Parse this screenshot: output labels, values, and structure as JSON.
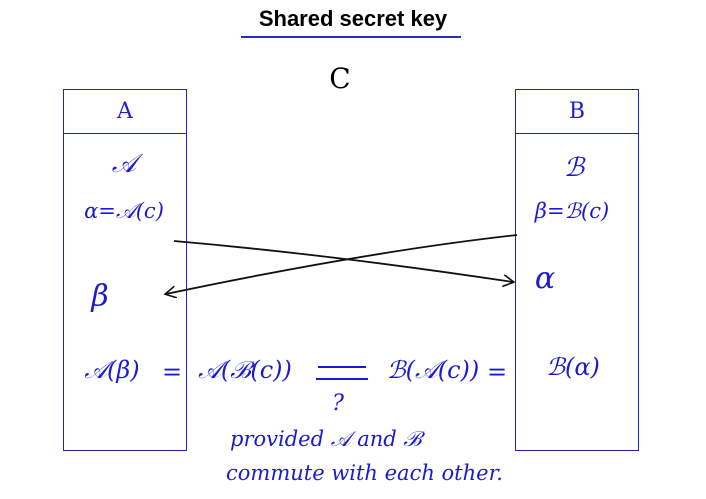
{
  "title": "Shared secret key",
  "challenge": "C",
  "parties": {
    "left": {
      "label": "A"
    },
    "right": {
      "label": "B"
    }
  },
  "handwriting": {
    "left_key": "𝒜",
    "left_response": "α=𝒜(c)",
    "left_received": "β",
    "right_key": "ℬ",
    "right_response": "β=ℬ(c)",
    "right_received": "α",
    "equation": {
      "left_term": "𝒜(β)",
      "eq1": "=",
      "middle_left": "𝒜(ℬ(c))",
      "middle_right": "ℬ(𝒜(c))",
      "eq2": "=",
      "right_term": "ℬ(α)",
      "question_mark": "?"
    },
    "note_line1": "provided 𝒜 and ℬ",
    "note_line2": "commute with each other."
  },
  "colors": {
    "ink": "#1a1ad0",
    "box": "#2222cc",
    "underline": "#2a2ad0"
  }
}
